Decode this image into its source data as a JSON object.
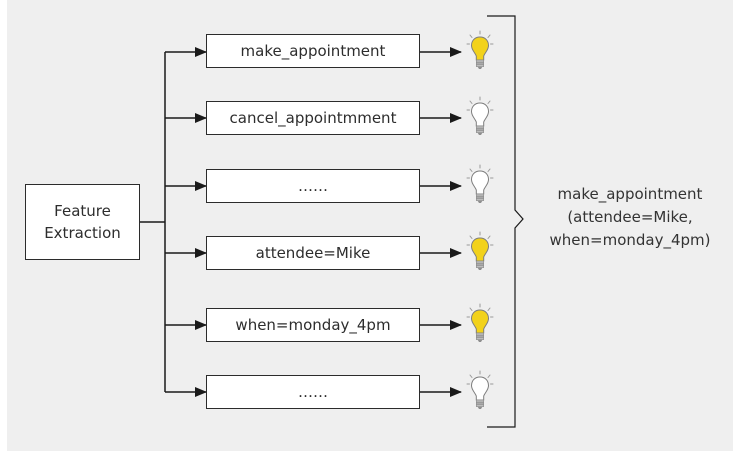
{
  "feature_extraction": {
    "line1": "Feature",
    "line2": "Extraction"
  },
  "features": [
    {
      "label": "make_appointment",
      "active": true
    },
    {
      "label": "cancel_appointmment",
      "active": false
    },
    {
      "label": "……",
      "active": false
    },
    {
      "label": "attendee=Mike",
      "active": true
    },
    {
      "label": "when=monday_4pm",
      "active": true
    },
    {
      "label": "……",
      "active": false
    }
  ],
  "result": {
    "line1": "make_appointment",
    "line2": "(attendee=Mike,",
    "line3": "when=monday_4pm)"
  },
  "colors": {
    "bulb_on": "#f2d21b",
    "bulb_off": "#ffffff",
    "line": "#1a1a1a",
    "background": "#efefef"
  },
  "icons": {
    "active": "lightbulb-on-icon",
    "inactive": "lightbulb-off-icon"
  }
}
